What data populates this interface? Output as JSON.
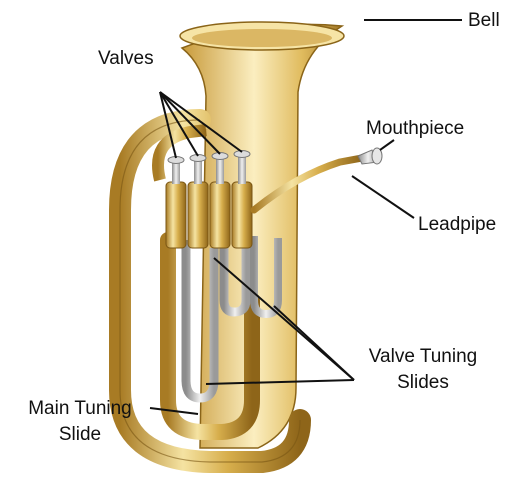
{
  "labels": {
    "bell": "Bell",
    "valves": "Valves",
    "mouthpiece": "Mouthpiece",
    "leadpipe": "Leadpipe",
    "valve_tuning_slides_line1": "Valve Tuning",
    "valve_tuning_slides_line2": "Slides",
    "main_tuning_slide_line1": "Main Tuning",
    "main_tuning_slide_line2": "Slide"
  },
  "colors": {
    "brass_light": "#f3dc94",
    "brass_mid": "#d9b14f",
    "brass_dark": "#9c7322",
    "silver": "#c9c9c9",
    "leader_line": "#111111"
  }
}
